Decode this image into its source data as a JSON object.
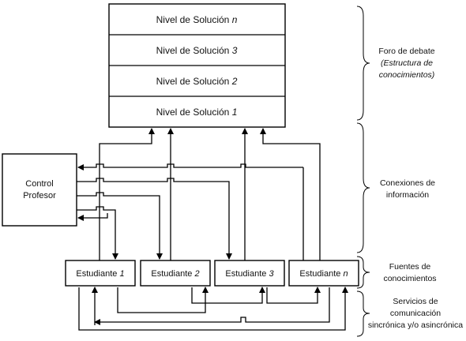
{
  "diagram": {
    "solution_levels": [
      {
        "prefix": "Nivel de Solución ",
        "index": "n"
      },
      {
        "prefix": "Nivel de Solución ",
        "index": "3"
      },
      {
        "prefix": "Nivel de Solución ",
        "index": "2"
      },
      {
        "prefix": "Nivel de Solución ",
        "index": "1"
      }
    ],
    "control": {
      "line1": "Control",
      "line2": "Profesor"
    },
    "students": [
      {
        "prefix": "Estudiante ",
        "index": "1"
      },
      {
        "prefix": "Estudiante ",
        "index": "2"
      },
      {
        "prefix": "Estudiante ",
        "index": "3"
      },
      {
        "prefix": "Estudiante ",
        "index": "n"
      }
    ],
    "side_labels": {
      "foro": {
        "line1": "Foro de debate",
        "line2": "(Estructura de",
        "line3": "conocimientos)"
      },
      "conexiones": {
        "line1": "Conexiones de",
        "line2": "información"
      },
      "fuentes": {
        "line1": "Fuentes de",
        "line2": "conocimientos"
      },
      "servicios": {
        "line1": "Servicios de",
        "line2": "comunicación",
        "line3": "sincrónica y/o asincrónica"
      }
    }
  }
}
